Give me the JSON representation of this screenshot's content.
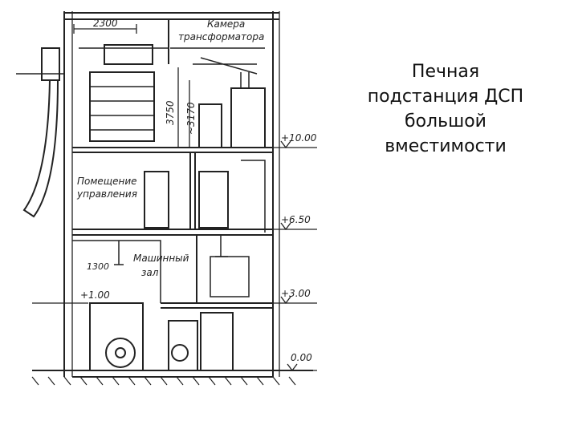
{
  "title_lines": [
    "Печная",
    "подстанция ДСП",
    "большой",
    "вместимости"
  ],
  "drawing": {
    "dim_horizontal": "2300",
    "dim_vertical_outer": "3750",
    "dim_vertical_inner": "~3170",
    "dim_small": "1300",
    "room_labels": {
      "transformer_chamber": [
        "Камера",
        "трансформатора"
      ],
      "control_room": [
        "Помещение",
        "управления"
      ],
      "machine_hall": [
        "Машинный",
        "зал"
      ]
    },
    "elevations": [
      "+10.00",
      "+6.50",
      "+3.00",
      "0.00"
    ],
    "left_elevation": "+1.00"
  }
}
